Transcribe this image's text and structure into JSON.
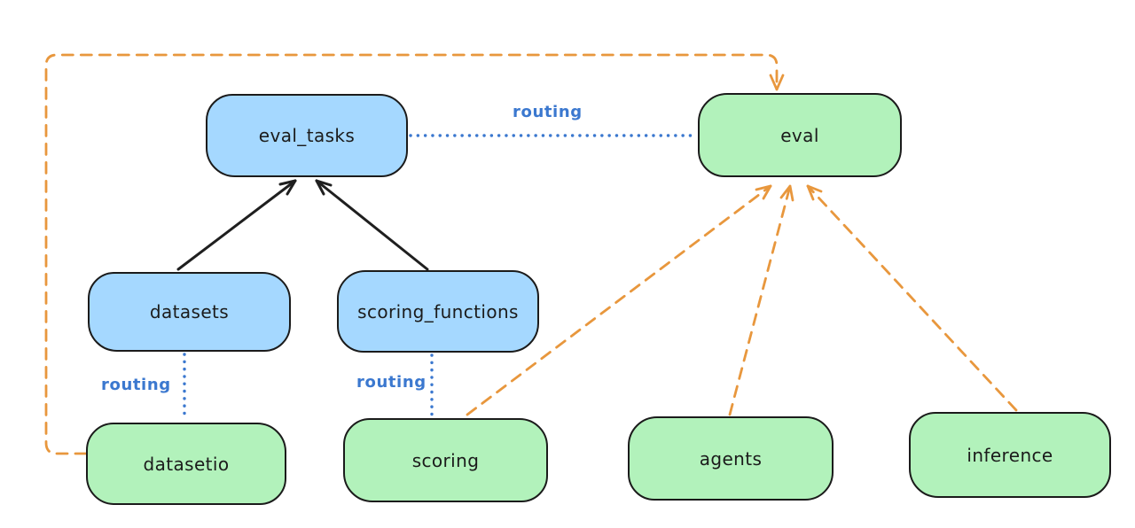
{
  "diagram": {
    "nodes": {
      "eval_tasks": {
        "label": "eval_tasks",
        "fill": "blue"
      },
      "eval": {
        "label": "eval",
        "fill": "green"
      },
      "datasets": {
        "label": "datasets",
        "fill": "blue"
      },
      "scoring_functions": {
        "label": "scoring_functions",
        "fill": "blue"
      },
      "datasetio": {
        "label": "datasetio",
        "fill": "green"
      },
      "scoring": {
        "label": "scoring",
        "fill": "green"
      },
      "agents": {
        "label": "agents",
        "fill": "green"
      },
      "inference": {
        "label": "inference",
        "fill": "green"
      }
    },
    "edge_labels": {
      "routing_eval_tasks_eval": "routing",
      "routing_datasets_datasetio": "routing",
      "routing_scoring_functions_scoring": "routing"
    },
    "edges": [
      {
        "from": "datasets",
        "to": "eval_tasks",
        "style": "solid",
        "color": "black",
        "arrow": true
      },
      {
        "from": "scoring_functions",
        "to": "eval_tasks",
        "style": "solid",
        "color": "black",
        "arrow": true
      },
      {
        "from": "eval_tasks",
        "to": "eval",
        "style": "dotted",
        "color": "blue",
        "arrow": false,
        "label": "routing"
      },
      {
        "from": "datasets",
        "to": "datasetio",
        "style": "dotted",
        "color": "blue",
        "arrow": false,
        "label": "routing"
      },
      {
        "from": "scoring_functions",
        "to": "scoring",
        "style": "dotted",
        "color": "blue",
        "arrow": false,
        "label": "routing"
      },
      {
        "from": "datasetio",
        "to": "eval",
        "style": "dashed",
        "color": "orange",
        "arrow": true
      },
      {
        "from": "scoring",
        "to": "eval",
        "style": "dashed",
        "color": "orange",
        "arrow": true
      },
      {
        "from": "agents",
        "to": "eval",
        "style": "dashed",
        "color": "orange",
        "arrow": true
      },
      {
        "from": "inference",
        "to": "eval",
        "style": "dashed",
        "color": "orange",
        "arrow": true
      }
    ],
    "colors": {
      "node_border": "#1b1b1b",
      "blue_fill": "#a5d8ff",
      "green_fill": "#b2f2bb",
      "routing_blue": "#3b78cf",
      "orange": "#e8973d",
      "black_arrow": "#1f1f1f",
      "background": "#ffffff"
    }
  }
}
